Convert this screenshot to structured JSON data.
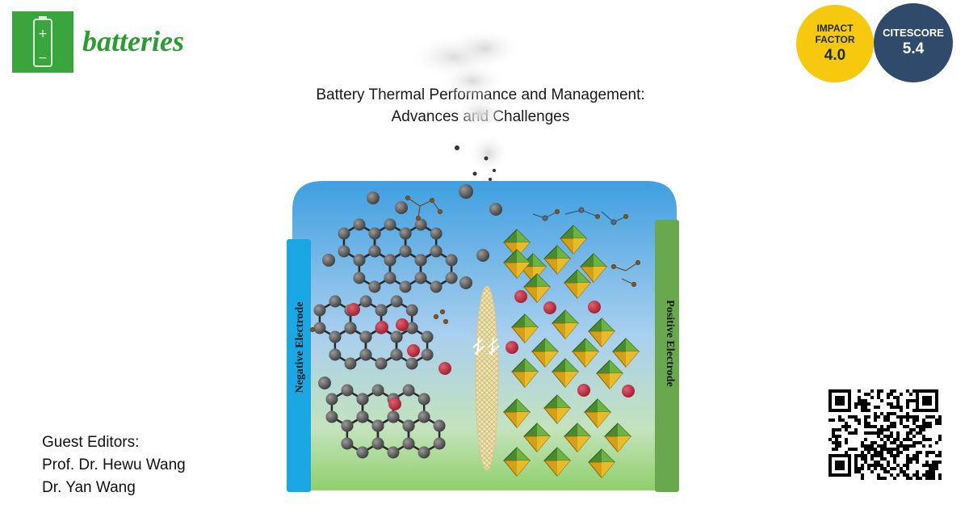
{
  "journal": {
    "name": "batteries",
    "plus_symbol": "+",
    "minus_symbol": "−"
  },
  "badges": {
    "impact_factor": {
      "label_line1": "IMPACT",
      "label_line2": "FACTOR",
      "value": "4.0"
    },
    "citescore": {
      "label": "CITESCORE",
      "value": "5.4"
    }
  },
  "title": {
    "line1": "Battery Thermal Performance and Management:",
    "line2": "Advances and Challenges"
  },
  "illustration": {
    "negative_label": "Negative Electrode",
    "positive_label": "Positive Electrode"
  },
  "editors": {
    "heading": "Guest Editors:",
    "names": [
      "Prof. Dr. Hewu Wang",
      "Dr. Yan Wang"
    ]
  },
  "colors": {
    "brand_green": "#3aa53d",
    "impact_yellow": "#f6c90e",
    "citescore_navy": "#2f4a6b",
    "negative_blue": "#1aa7e4",
    "positive_green": "#6aa84f"
  }
}
